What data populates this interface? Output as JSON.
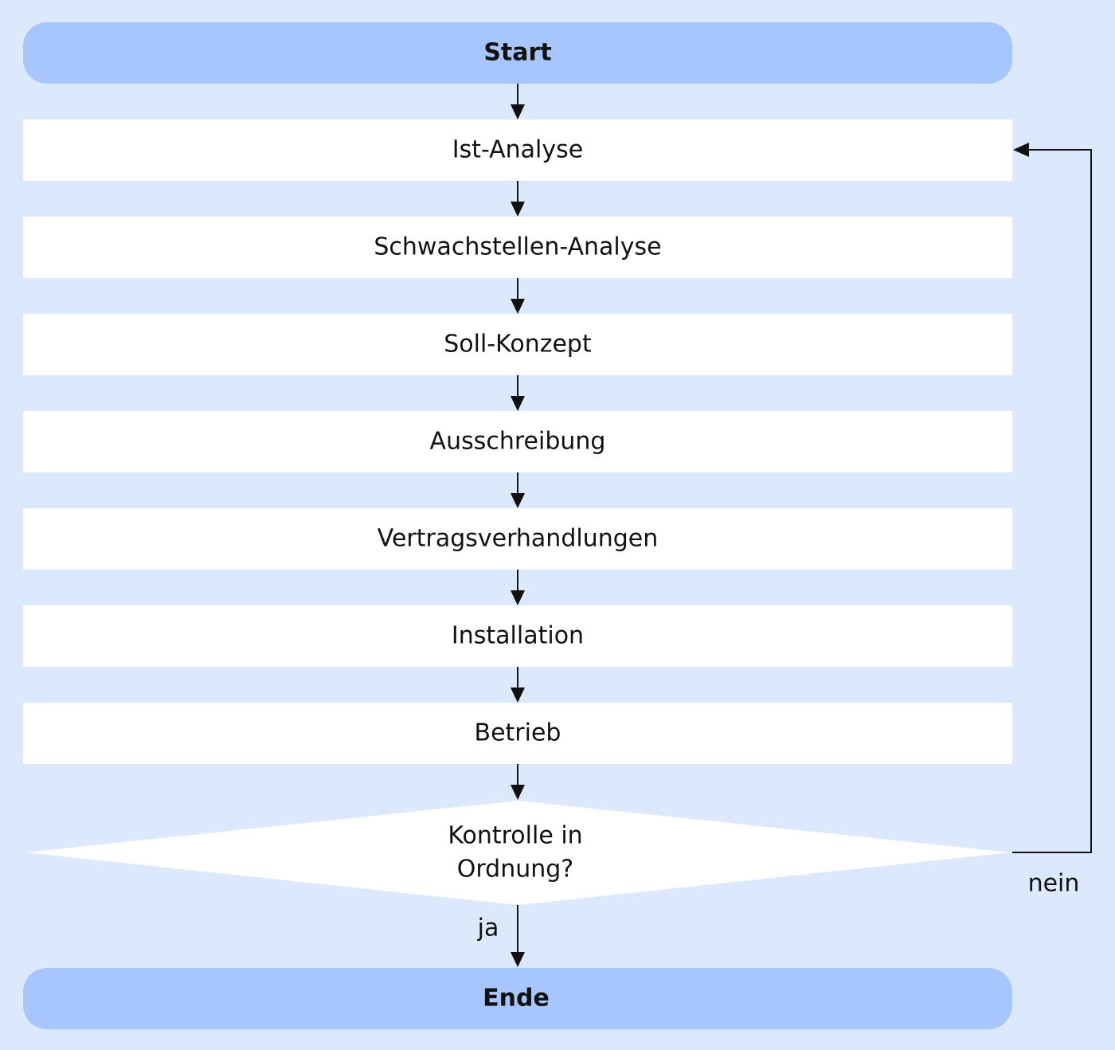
{
  "flowchart": {
    "start_label": "Start",
    "end_label": "Ende",
    "steps": [
      "Ist-Analyse",
      "Schwachstellen-Analyse",
      "Soll-Konzept",
      "Ausschreibung",
      "Vertragsverhandlungen",
      "Installation",
      "Betrieb"
    ],
    "decision": {
      "line1": "Kontrolle in",
      "line2": "Ordnung?",
      "yes_label": "ja",
      "no_label": "nein"
    }
  },
  "colors": {
    "background": "#dce8fc",
    "terminal_fill": "#a7c6fd",
    "step_fill": "#ffffff",
    "line": "#111111"
  }
}
